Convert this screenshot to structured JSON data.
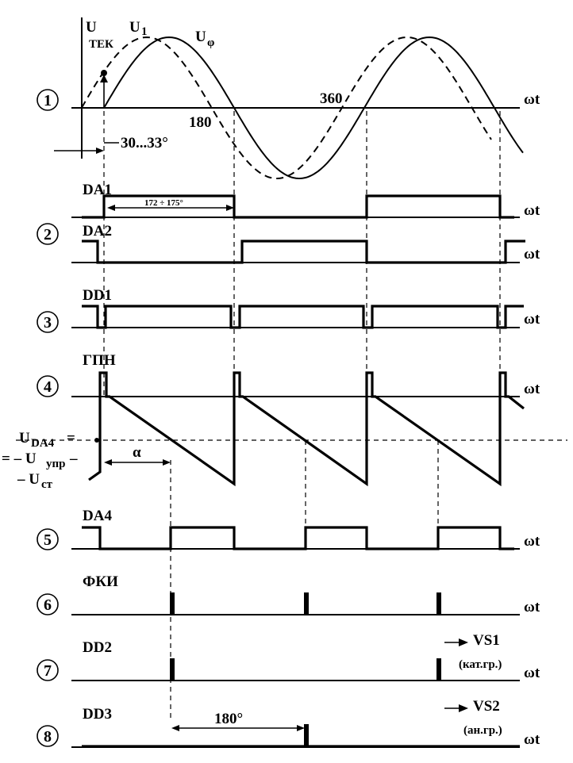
{
  "figure": {
    "row_numbers": [
      "1",
      "2",
      "3",
      "4",
      "5",
      "6",
      "7",
      "8"
    ],
    "axis_label": "ωt",
    "row1": {
      "u_tek_main": "U",
      "u_tek_sub": "ТЕК",
      "u1_main": "U",
      "u1_sub": "1",
      "uphi_main": "U",
      "uphi_sub": "φ",
      "tick_180": "180",
      "tick_360": "360",
      "angle_label": "30...33°"
    },
    "row2": {
      "da1": "DA1",
      "da2": "DA2",
      "pulse_width": "172 ÷ 175°"
    },
    "row3": {
      "dd1": "DD1"
    },
    "row4": {
      "gpn": "ГПН",
      "alpha": "α",
      "uda4_main": "U",
      "uda4_sub": "DA4",
      "eq_sign": "=",
      "uupr_prefix": "= – U",
      "uupr_sub": "упр",
      "ust_prefix": "– U",
      "ust_sub": "ст",
      "dash_sep": "–"
    },
    "row5": {
      "da4": "DA4"
    },
    "row6": {
      "fki": "ФКИ"
    },
    "row7": {
      "dd2": "DD2",
      "vs1": "VS1",
      "vs1_group": "(кат.гр.)"
    },
    "row8": {
      "dd3": "DD3",
      "vs2": "VS2",
      "vs2_group": "(ан.гр.)",
      "angle": "180°"
    }
  }
}
